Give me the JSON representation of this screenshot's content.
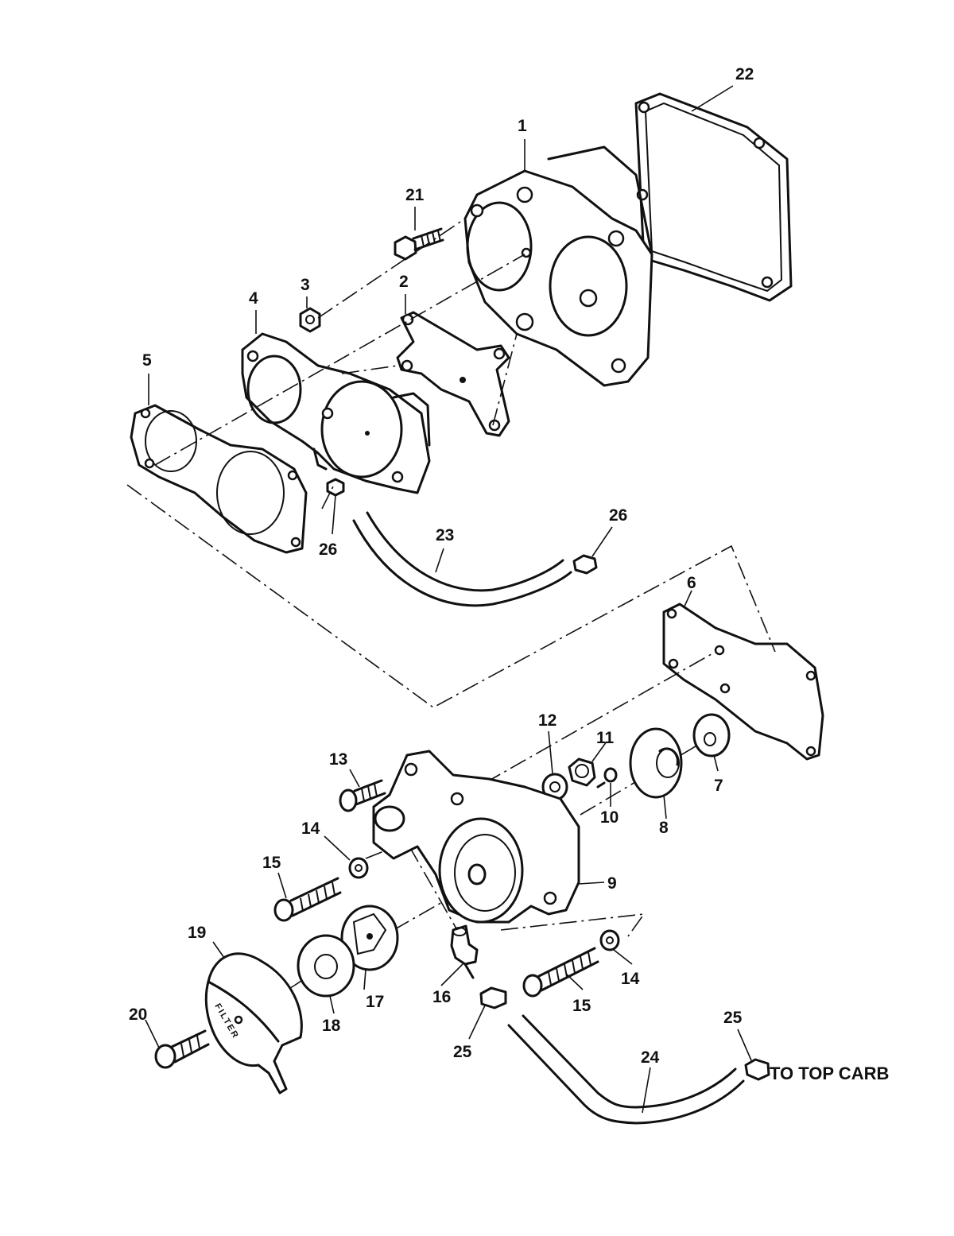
{
  "callouts": [
    {
      "id": "1",
      "label": "1"
    },
    {
      "id": "2",
      "label": "2"
    },
    {
      "id": "3",
      "label": "3"
    },
    {
      "id": "4",
      "label": "4"
    },
    {
      "id": "5",
      "label": "5"
    },
    {
      "id": "6",
      "label": "6"
    },
    {
      "id": "7",
      "label": "7"
    },
    {
      "id": "8",
      "label": "8"
    },
    {
      "id": "9",
      "label": "9"
    },
    {
      "id": "10",
      "label": "10"
    },
    {
      "id": "11",
      "label": "11"
    },
    {
      "id": "12",
      "label": "12"
    },
    {
      "id": "13",
      "label": "13"
    },
    {
      "id": "14a",
      "label": "14"
    },
    {
      "id": "14b",
      "label": "14"
    },
    {
      "id": "15a",
      "label": "15"
    },
    {
      "id": "15b",
      "label": "15"
    },
    {
      "id": "16",
      "label": "16"
    },
    {
      "id": "17",
      "label": "17"
    },
    {
      "id": "18",
      "label": "18"
    },
    {
      "id": "19",
      "label": "19"
    },
    {
      "id": "20",
      "label": "20"
    },
    {
      "id": "21",
      "label": "21"
    },
    {
      "id": "22",
      "label": "22"
    },
    {
      "id": "23",
      "label": "23"
    },
    {
      "id": "24",
      "label": "24"
    },
    {
      "id": "25a",
      "label": "25"
    },
    {
      "id": "25b",
      "label": "25"
    },
    {
      "id": "26a",
      "label": "26"
    },
    {
      "id": "26b",
      "label": "26"
    }
  ],
  "annotations": {
    "destination_note": "TO TOP CARB"
  },
  "filter_cover_text": "FILTER"
}
